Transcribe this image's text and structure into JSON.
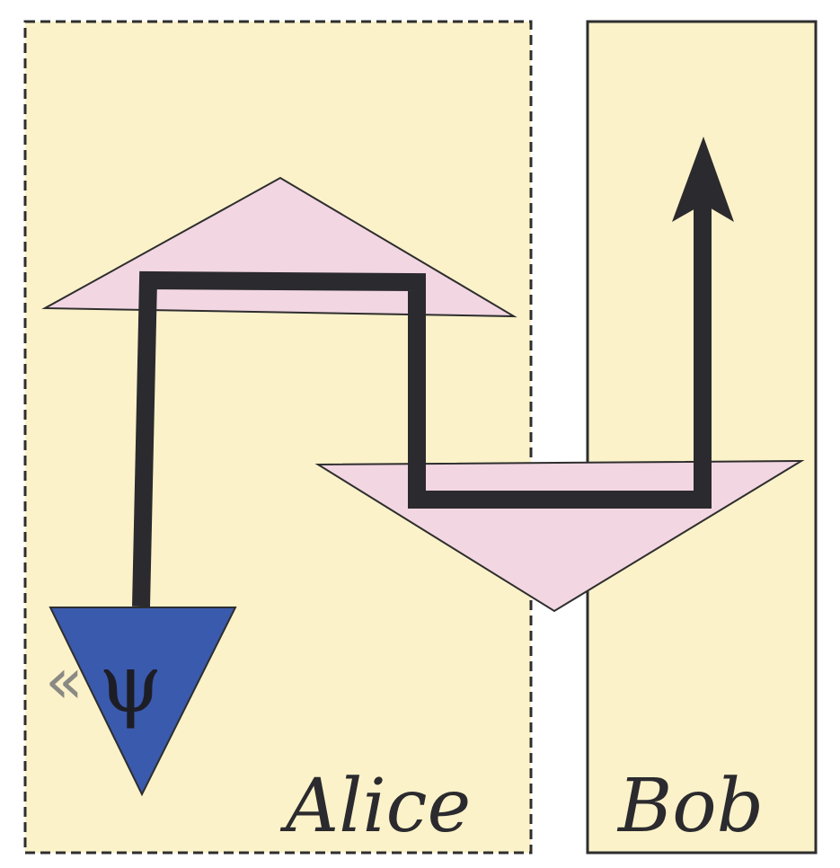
{
  "diagram": {
    "alice_label": "Alice",
    "bob_label": "Bob",
    "state_symbol": "ψ",
    "state_bracket": "«",
    "colors": {
      "background": "#ffffff",
      "region_fill": "#fbf2c9",
      "region_border": "#2e2e2e",
      "pink_triangle_fill": "#f2d6e2",
      "pink_triangle_stroke": "#2e2e2e",
      "state_triangle_fill": "#3a5aad",
      "path_color": "#2b2a2e"
    },
    "icons": {
      "source_triangle": "downward-triangle-icon",
      "up_triangle": "upward-triangle-icon",
      "down_triangle": "downward-triangle-icon",
      "arrow": "arrow-up-icon"
    }
  }
}
